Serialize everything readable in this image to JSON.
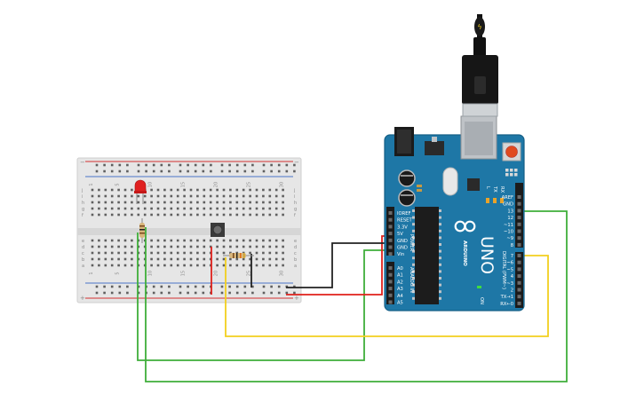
{
  "colors": {
    "board": "#1e77a6",
    "board_dark": "#155f86",
    "breadboard": "#e6e6e6",
    "rail_red": "#d23030",
    "rail_blue": "#4a74c8",
    "wire_green": "#3fae3a",
    "wire_yellow": "#f2cf1f",
    "wire_red": "#e0201b",
    "wire_black": "#222222",
    "led": "#e02020"
  },
  "breadboard": {
    "rail_sign_plus": "+",
    "rail_sign_minus": "−",
    "row_letters_top": [
      "j",
      "i",
      "h",
      "g",
      "f"
    ],
    "row_letters_bottom": [
      "e",
      "d",
      "c",
      "b",
      "a"
    ],
    "column_numbers": [
      "1",
      "",
      "",
      "",
      "5",
      "",
      "",
      "",
      "",
      "10",
      "",
      "",
      "",
      "",
      "15",
      "",
      "",
      "",
      "",
      "20",
      "",
      "",
      "",
      "",
      "25",
      "",
      "",
      "",
      "",
      "30"
    ]
  },
  "arduino": {
    "brand": "ARDUINO",
    "model": "UNO",
    "power_header_title": "POWER",
    "analog_header_title": "ANALOG IN",
    "digital_header_title": "DIGITAL (PWM~)",
    "power_pins": [
      "IOREF",
      "RESET",
      "3.3V",
      "5V",
      "GND",
      "GND",
      "Vin"
    ],
    "analog_pins": [
      "A0",
      "A1",
      "A2",
      "A3",
      "A4",
      "A5"
    ],
    "digital_pins_upper": [
      "AREF",
      "GND",
      "13",
      "12",
      "~11",
      "~10",
      "~9",
      "8"
    ],
    "digital_pins_lower": [
      "7",
      "~6",
      "~5",
      "4",
      "~3",
      "2",
      "TX→1",
      "RX←0"
    ],
    "leds": [
      "L",
      "TX",
      "RX"
    ],
    "on_label": "ON"
  },
  "usb_cable": {
    "icon": "usb-icon"
  }
}
